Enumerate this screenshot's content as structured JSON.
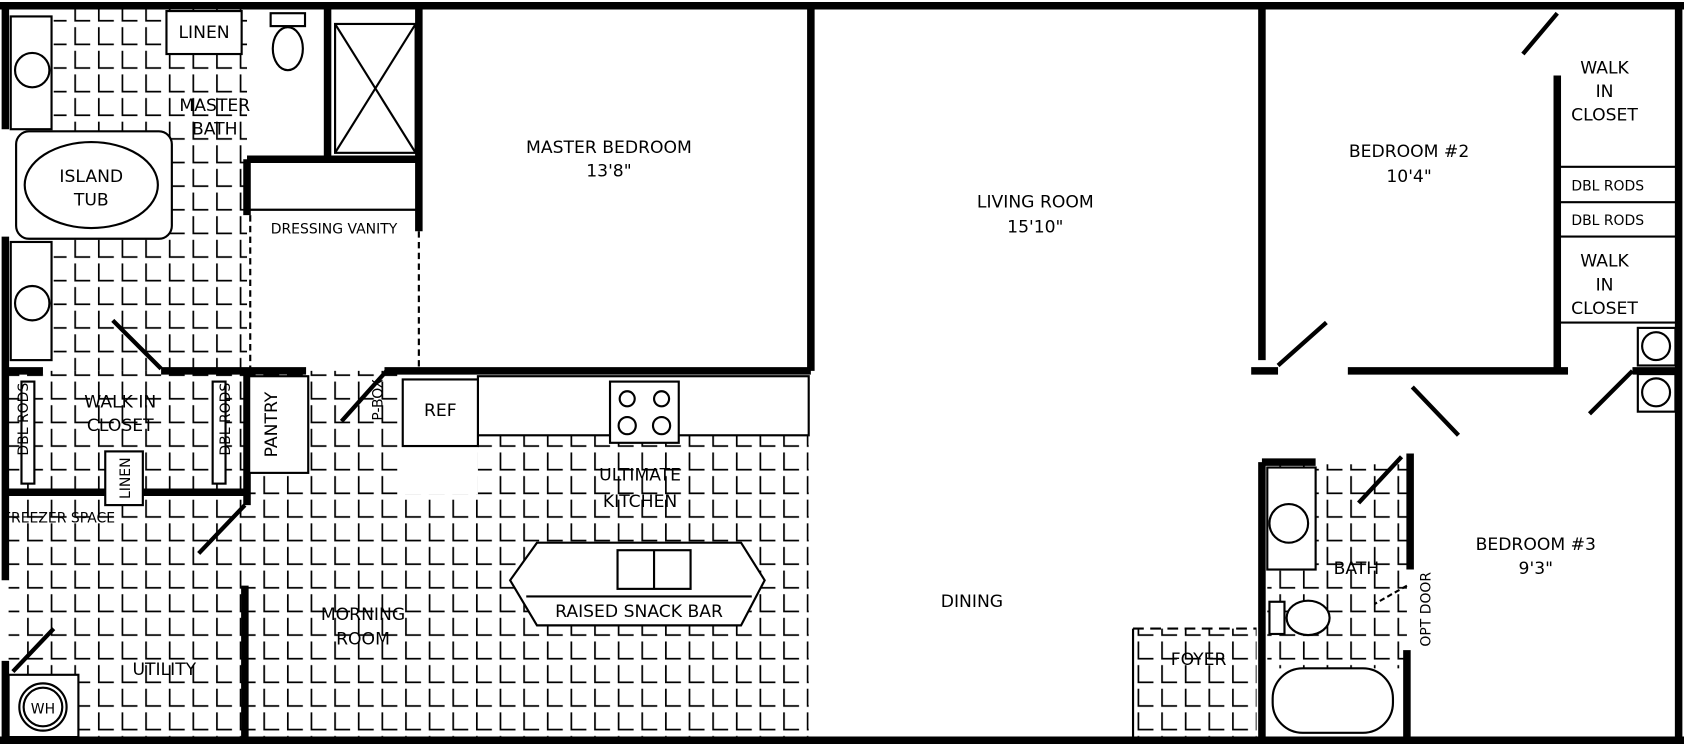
{
  "rooms": {
    "linen_top": "LINEN",
    "master_bath": [
      "MASTER",
      "BATH"
    ],
    "island_tub": [
      "ISLAND",
      "TUB"
    ],
    "dressing_vanity": "DRESSING VANITY",
    "master_bedroom": {
      "name": "MASTER BEDROOM",
      "size": "13'8\""
    },
    "living_room": {
      "name": "LIVING ROOM",
      "size": "15'10\""
    },
    "bedroom2": {
      "name": "BEDROOM #2",
      "size": "10'4\""
    },
    "closet_right_top": [
      "WALK",
      "IN",
      "CLOSET"
    ],
    "dbl_rods_right_1": "DBL RODS",
    "dbl_rods_right_2": "DBL RODS",
    "closet_right_bottom": [
      "WALK",
      "IN",
      "CLOSET"
    ],
    "walk_in_closet_left": [
      "WALK IN",
      "CLOSET"
    ],
    "dbl_rods_left_1": "DBL RODS",
    "dbl_rods_left_2": "DBL RODS",
    "linen_left": "LINEN",
    "pantry": "PANTRY",
    "p_box": "P-BOX",
    "ref": "REF",
    "kitchen": [
      "ULTIMATE",
      "KITCHEN"
    ],
    "snack_bar": "RAISED SNACK BAR",
    "freezer": "FREEZER SPACE",
    "utility": "UTILITY",
    "water_heater": "WH",
    "morning_room": [
      "MORNING",
      "ROOM"
    ],
    "dining": "DINING",
    "foyer": "FOYER",
    "bath": "BATH",
    "opt_door": "OPT DOOR",
    "bedroom3": {
      "name": "BEDROOM #3",
      "size": "9'3\""
    }
  }
}
